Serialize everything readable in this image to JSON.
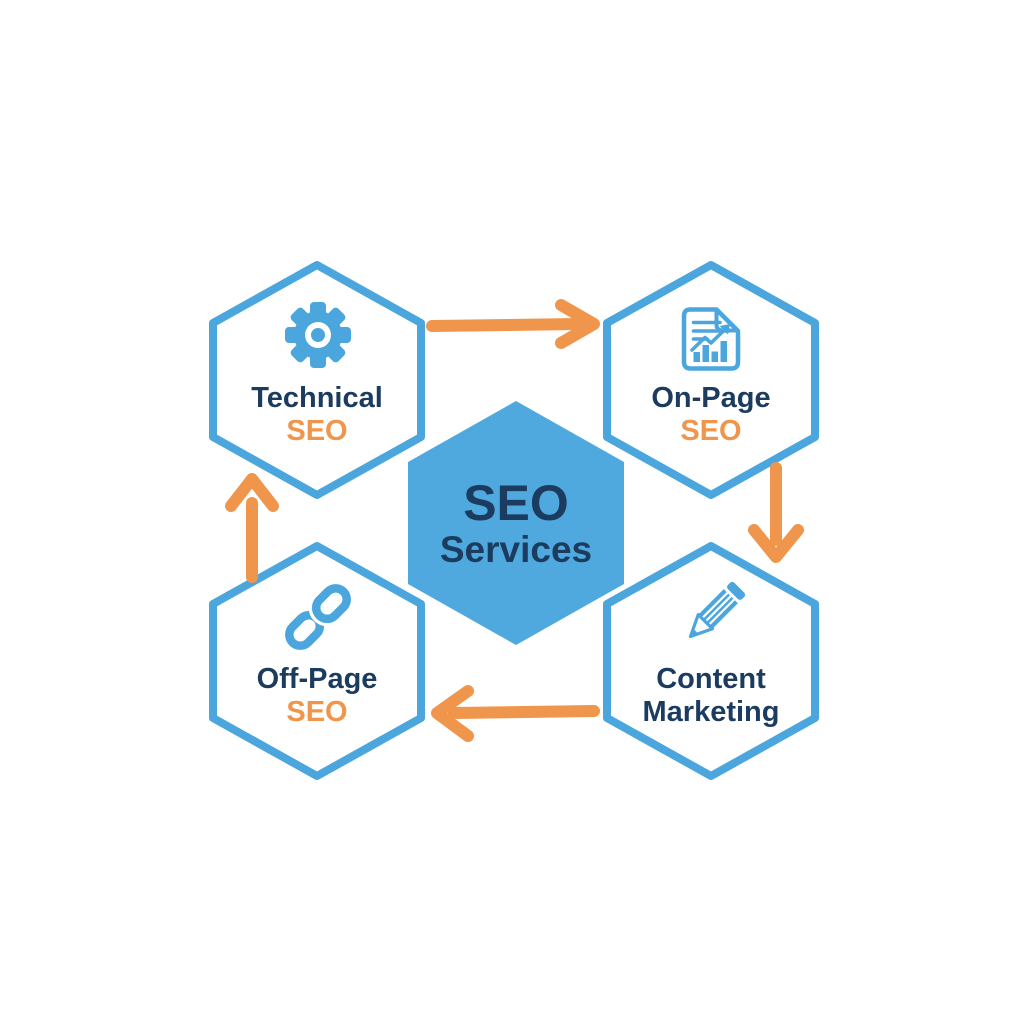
{
  "diagram_title": "SEO Services",
  "center_hexagon": {
    "line1": "SEO",
    "line2": "Services"
  },
  "nodes": [
    {
      "id": "technical-seo",
      "label_line1": "Technical",
      "label_line2": "SEO",
      "icon": "gear-icon",
      "position": "top-left"
    },
    {
      "id": "on-page-seo",
      "label_line1": "On-Page",
      "label_line2": "SEO",
      "icon": "document-analytics-icon",
      "position": "top-right"
    },
    {
      "id": "content-marketing",
      "label_line1": "Content",
      "label_line2": "Marketing",
      "icon": "pencil-icon",
      "position": "bottom-right"
    },
    {
      "id": "off-page-seo",
      "label_line1": "Off-Page",
      "label_line2": "SEO",
      "icon": "chain-link-icon",
      "position": "bottom-left"
    }
  ],
  "arrows": [
    {
      "from": "technical-seo",
      "to": "on-page-seo",
      "direction": "right"
    },
    {
      "from": "on-page-seo",
      "to": "content-marketing",
      "direction": "down"
    },
    {
      "from": "content-marketing",
      "to": "off-page-seo",
      "direction": "left"
    },
    {
      "from": "off-page-seo",
      "to": "technical-seo",
      "direction": "up"
    }
  ],
  "colors": {
    "hexagon_blue": "#4BA6DD",
    "center_hexagon_fill": "#4FA9DE",
    "navy_text": "#1B3B5F",
    "orange_accent": "#F0954C",
    "background": "#FFFFFF"
  }
}
